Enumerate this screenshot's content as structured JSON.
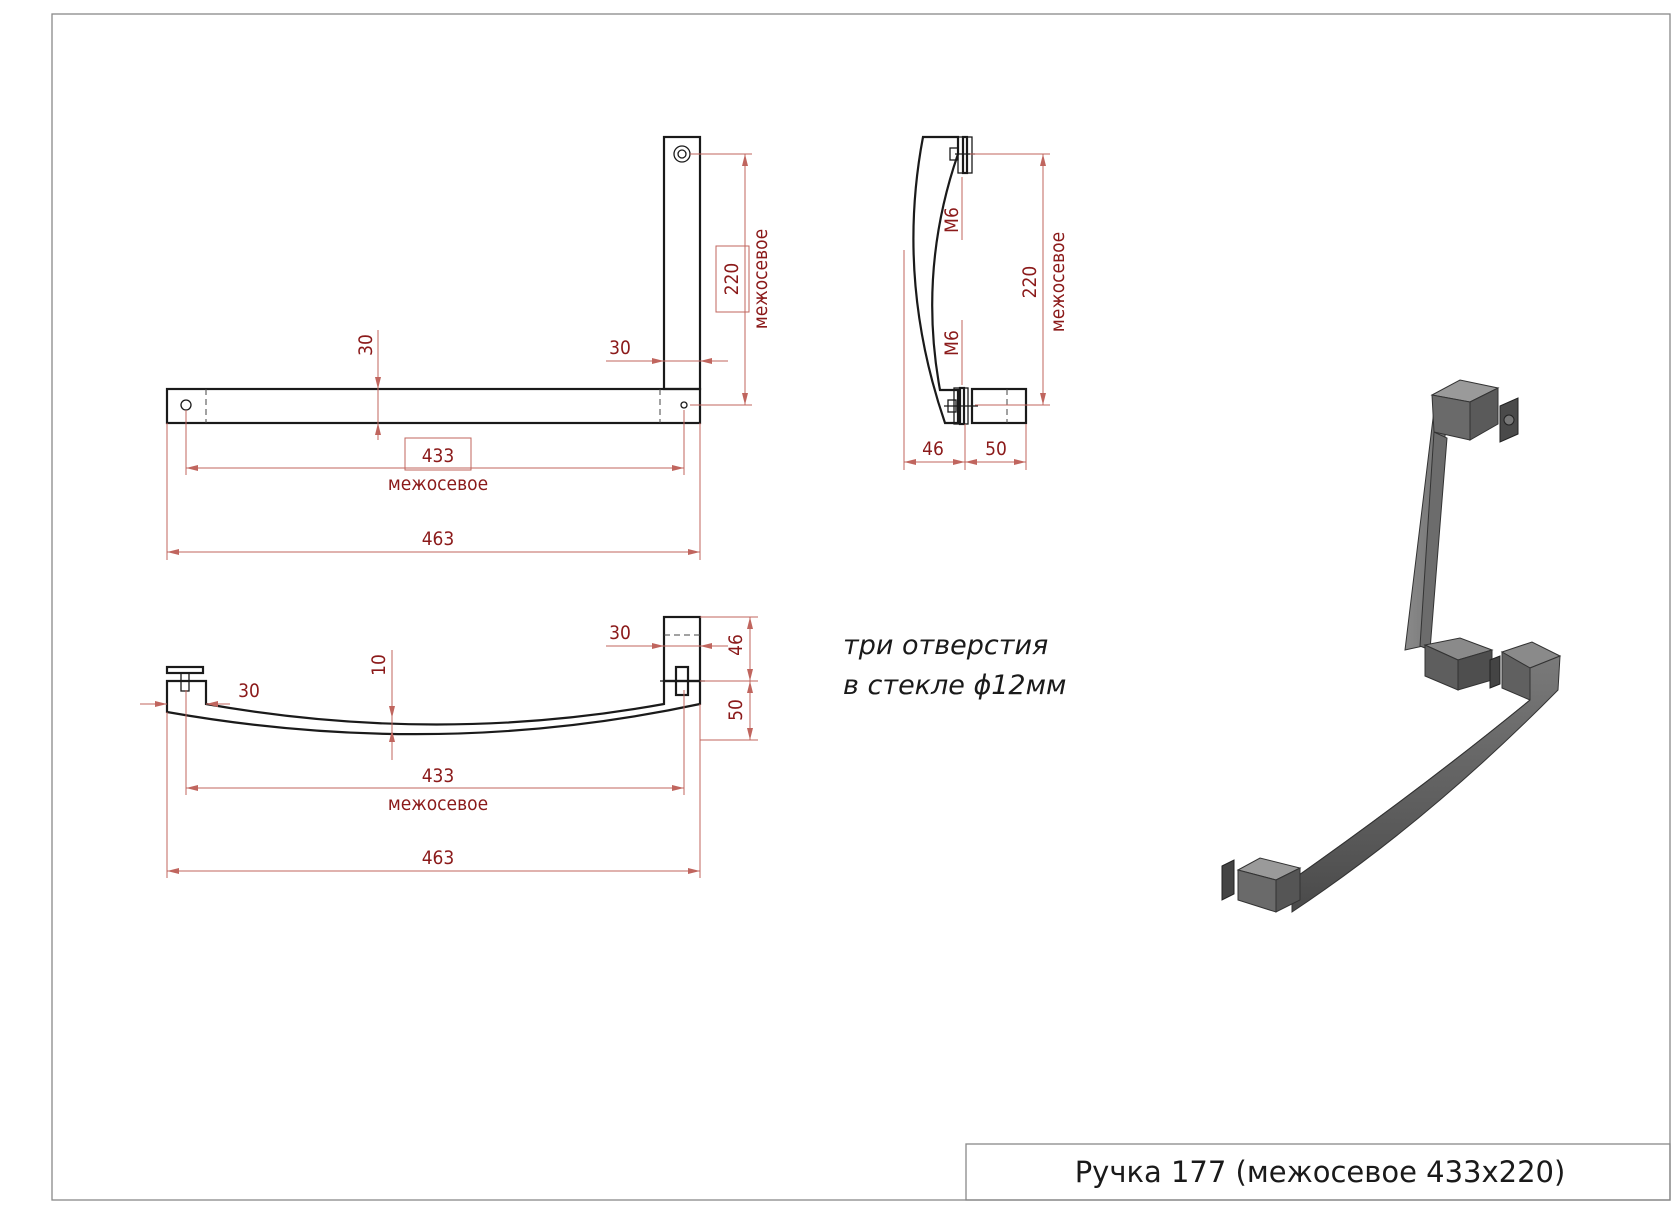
{
  "title_block": {
    "title": "Ручка 177 (межосевое 433х220)"
  },
  "note": {
    "line1": "три отверстия",
    "line2": "в стекле ϕ12мм"
  },
  "views": {
    "top": {
      "dim_center": "433",
      "dim_center_label": "межосевое",
      "dim_overall": "463",
      "dim_bar_height": "30",
      "dim_leg_width": "30",
      "dim_vertical": "220",
      "dim_vertical_label": "межосевое"
    },
    "side": {
      "thread_top": "M6",
      "thread_bottom": "M6",
      "dim_vertical": "220",
      "dim_vertical_label": "межосевое",
      "dim_left": "46",
      "dim_right": "50"
    },
    "front": {
      "dim_leg": "30",
      "dim_left_leg": "30",
      "dim_bow": "10",
      "dim_block": "46",
      "dim_depth": "50",
      "dim_center": "433",
      "dim_center_label": "межосевое",
      "dim_overall": "463"
    }
  },
  "colors": {
    "dimension": "#8b1a1a",
    "dimension_line": "#c0655e",
    "object": "#1a1a1a",
    "render_body": "#5a5a5a"
  }
}
